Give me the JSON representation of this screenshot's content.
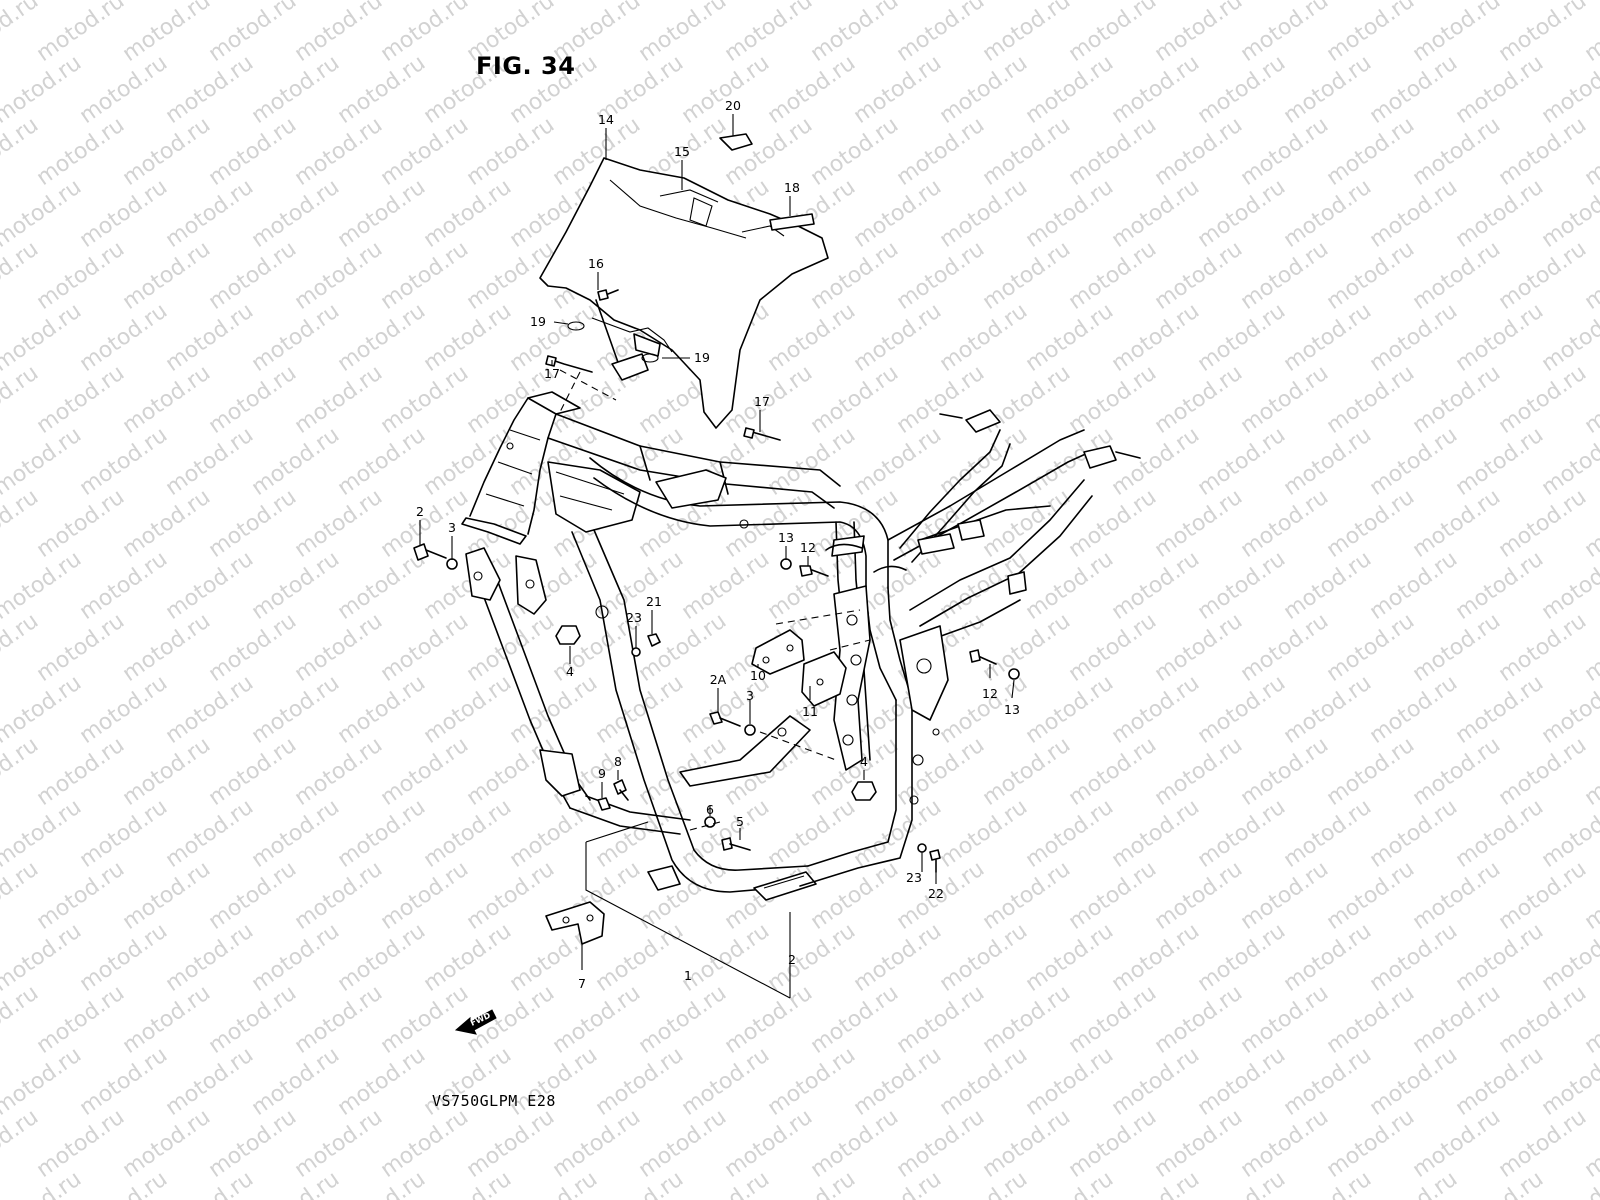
{
  "figure_title": "FIG. 34",
  "model_code": "VS750GLPM  E28",
  "watermark_text": "motod.ru",
  "fwd_label": "FWD",
  "callouts": [
    {
      "id": "c14",
      "label": "14"
    },
    {
      "id": "c20",
      "label": "20"
    },
    {
      "id": "c15",
      "label": "15"
    },
    {
      "id": "c18",
      "label": "18"
    },
    {
      "id": "c16",
      "label": "16"
    },
    {
      "id": "c19a",
      "label": "19"
    },
    {
      "id": "c19b",
      "label": "19"
    },
    {
      "id": "c17a",
      "label": "17"
    },
    {
      "id": "c17b",
      "label": "17"
    },
    {
      "id": "c2a",
      "label": "2"
    },
    {
      "id": "c3a",
      "label": "3"
    },
    {
      "id": "c4a",
      "label": "4"
    },
    {
      "id": "c13a",
      "label": "13"
    },
    {
      "id": "c12a",
      "label": "12"
    },
    {
      "id": "c21",
      "label": "21"
    },
    {
      "id": "c23a",
      "label": "23"
    },
    {
      "id": "c10",
      "label": "10"
    },
    {
      "id": "c11",
      "label": "11"
    },
    {
      "id": "c2A",
      "label": "2A"
    },
    {
      "id": "c3b",
      "label": "3"
    },
    {
      "id": "c12b",
      "label": "12"
    },
    {
      "id": "c13b",
      "label": "13"
    },
    {
      "id": "c4b",
      "label": "4"
    },
    {
      "id": "c8",
      "label": "8"
    },
    {
      "id": "c9",
      "label": "9"
    },
    {
      "id": "c6",
      "label": "6"
    },
    {
      "id": "c5",
      "label": "5"
    },
    {
      "id": "c23b",
      "label": "23"
    },
    {
      "id": "c22",
      "label": "22"
    },
    {
      "id": "c2b",
      "label": "2"
    },
    {
      "id": "c1",
      "label": "1"
    },
    {
      "id": "c7",
      "label": "7"
    }
  ]
}
